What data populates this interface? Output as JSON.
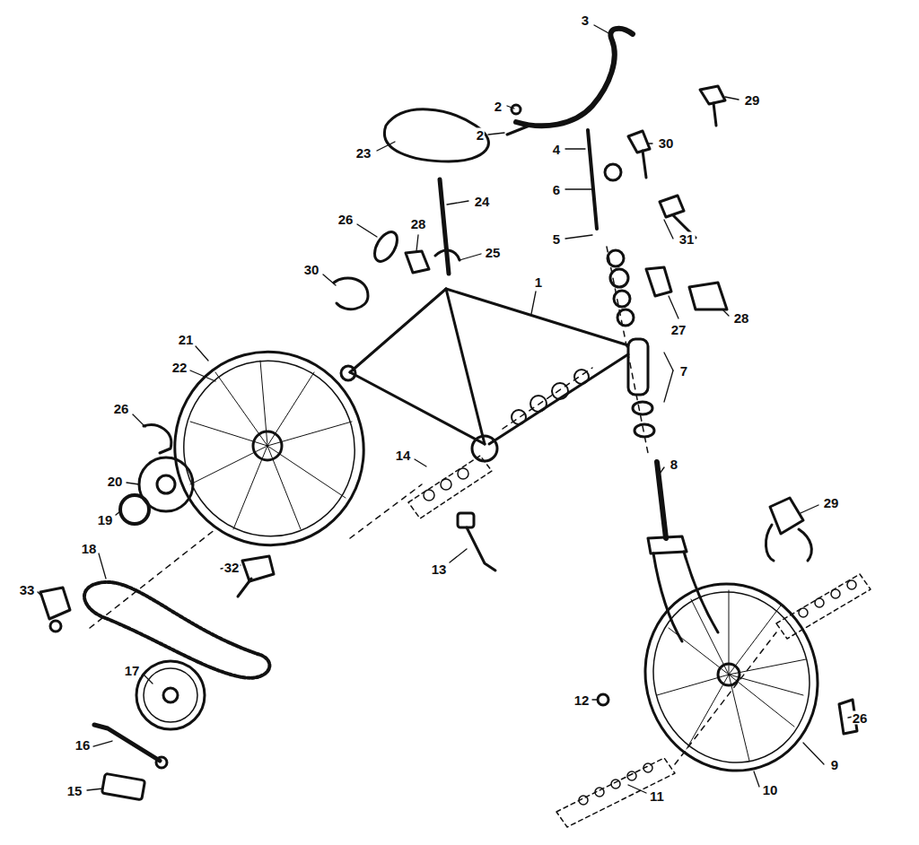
{
  "diagram": {
    "labels": [
      "3",
      "2",
      "2",
      "29",
      "23",
      "4",
      "30",
      "24",
      "6",
      "31",
      "26",
      "28",
      "25",
      "5",
      "30",
      "1",
      "27",
      "28",
      "21",
      "22",
      "7",
      "26",
      "14",
      "8",
      "20",
      "19",
      "13",
      "29",
      "18",
      "32",
      "33",
      "12",
      "26",
      "17",
      "16",
      "9",
      "11",
      "10",
      "15"
    ]
  }
}
